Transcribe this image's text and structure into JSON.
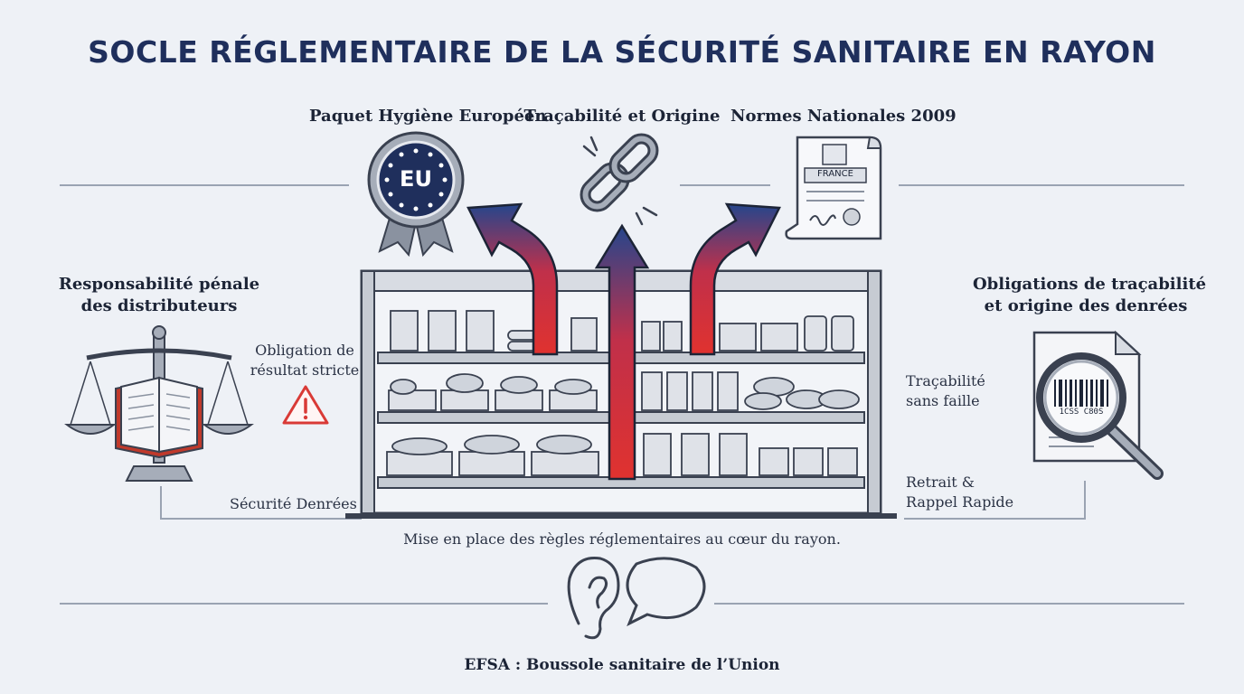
{
  "title": "SOCLE RÉGLEMENTAIRE DE LA SÉCURITÉ SANITAIRE EN RAYON",
  "top_labels": {
    "eu": "Paquet Hygiène Européen",
    "trace": "Traçabilité et Origine",
    "national": "Normes Nationales 2009"
  },
  "badges": {
    "eu": "EU",
    "france": "FRANCE",
    "barcode": "1CSS  C80S"
  },
  "left": {
    "heading_1": "Responsabilité pénale",
    "heading_2": "des distributeurs",
    "note_1": "Obligation de",
    "note_2": "résultat stricte",
    "bottom": "Sécurité Denrées"
  },
  "right": {
    "heading_1": "Obligations de traçabilité",
    "heading_2": "et origine des denrées",
    "note_a1": "Traçabilité",
    "note_a2": "sans faille",
    "note_b1": "Retrait &",
    "note_b2": "Rappel Rapide"
  },
  "caption": "Mise en place des règles réglementaires au cœur du rayon.",
  "footer": "EFSA : Boussole sanitaire de l’Union",
  "colors": {
    "navy": "#1f2f5c",
    "arrow_blue": "#2a4a8c",
    "arrow_red": "#e0322f",
    "alert_red": "#d93a36",
    "line_gray": "#9aa3b2"
  }
}
